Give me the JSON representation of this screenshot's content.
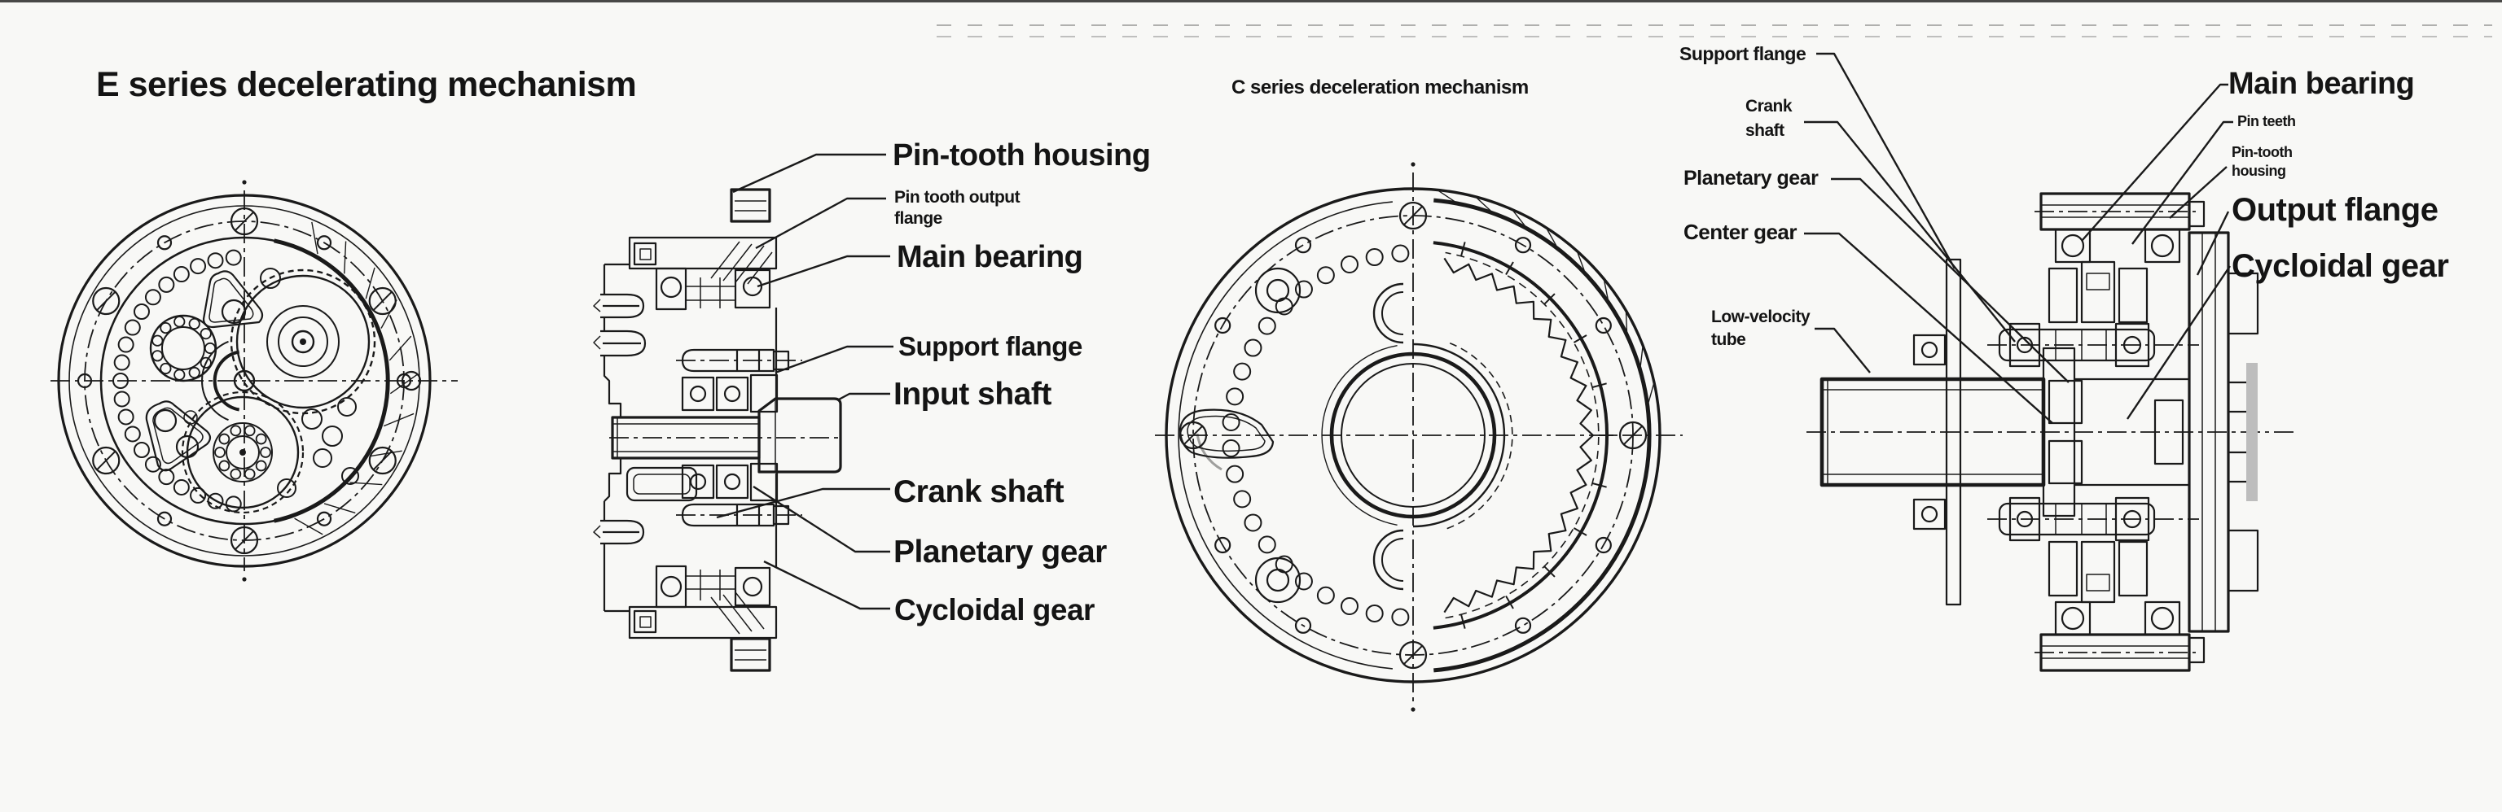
{
  "page": {
    "background_color": "#f8f8f6",
    "ink_color": "#1a1a1a",
    "artifact_color": "#3a3a3a"
  },
  "titles": {
    "e_series": "E series decelerating mechanism",
    "c_series": "C series deceleration mechanism"
  },
  "labels": {
    "e_side": [
      {
        "name": "pin-tooth-housing",
        "text": "Pin-tooth housing"
      },
      {
        "name": "pin-tooth-output-flange",
        "text": "Pin tooth output\nflange"
      },
      {
        "name": "main-bearing",
        "text": "Main bearing"
      },
      {
        "name": "support-flange",
        "text": "Support flange"
      },
      {
        "name": "input-shaft",
        "text": "Input shaft"
      },
      {
        "name": "crank-shaft",
        "text": "Crank shaft"
      },
      {
        "name": "planetary-gear",
        "text": "Planetary gear"
      },
      {
        "name": "cycloidal-gear",
        "text": "Cycloidal gear"
      }
    ],
    "c_left": [
      {
        "name": "support-flange",
        "text": "Support flange"
      },
      {
        "name": "crank-shaft",
        "text": "Crank\nshaft"
      },
      {
        "name": "planetary-gear",
        "text": "Planetary gear"
      },
      {
        "name": "center-gear",
        "text": "Center gear"
      },
      {
        "name": "low-velocity-tube",
        "text": "Low-velocity\ntube"
      }
    ],
    "c_right": [
      {
        "name": "main-bearing",
        "text": "Main bearing"
      },
      {
        "name": "pin-teeth",
        "text": "Pin teeth"
      },
      {
        "name": "pin-tooth-housing",
        "text": "Pin-tooth\nhousing"
      },
      {
        "name": "output-flange",
        "text": "Output flange"
      },
      {
        "name": "cycloidal-gear",
        "text": "Cycloidal gear"
      }
    ]
  }
}
